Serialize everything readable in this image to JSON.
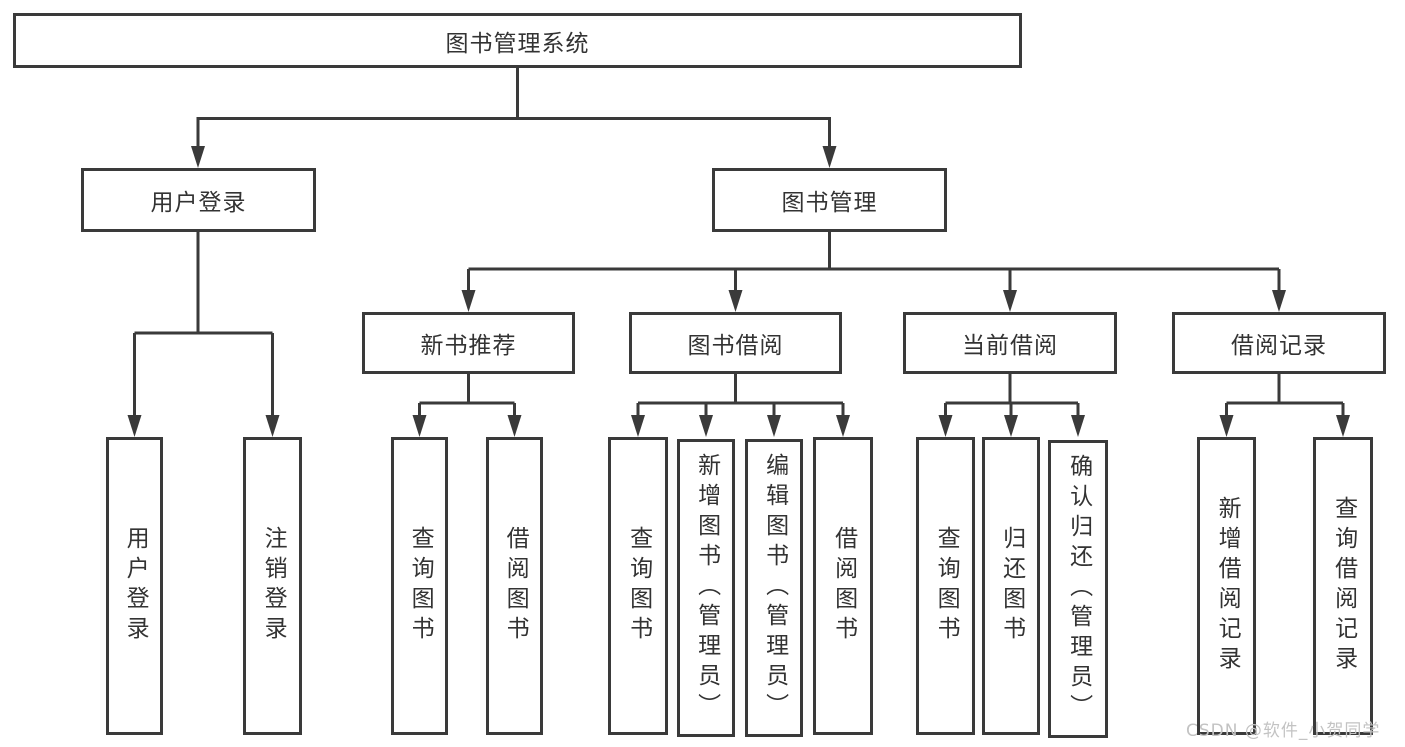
{
  "diagram": {
    "root": {
      "label": "图书管理系统"
    },
    "branches": [
      {
        "label": "用户登录",
        "children": [
          {
            "label": "用户登录"
          },
          {
            "label": "注销登录"
          }
        ]
      },
      {
        "label": "图书管理",
        "sections": [
          {
            "label": "新书推荐",
            "children": [
              {
                "label": "查询图书"
              },
              {
                "label": "借阅图书"
              }
            ]
          },
          {
            "label": "图书借阅",
            "children": [
              {
                "label": "查询图书"
              },
              {
                "label": "新增图书（管理员）"
              },
              {
                "label": "编辑图书（管理员）"
              },
              {
                "label": "借阅图书"
              }
            ]
          },
          {
            "label": "当前借阅",
            "children": [
              {
                "label": "查询图书"
              },
              {
                "label": "归还图书"
              },
              {
                "label": "确认归还（管理员）"
              }
            ]
          },
          {
            "label": "借阅记录",
            "children": [
              {
                "label": "新增借阅记录"
              },
              {
                "label": "查询借阅记录"
              }
            ]
          }
        ]
      }
    ]
  },
  "watermark": {
    "text": "CSDN @软件_小贺同学"
  },
  "colors": {
    "line": "#3a3a3a",
    "text": "#333333",
    "watermark": "#c3c3c3",
    "background": "#ffffff"
  }
}
